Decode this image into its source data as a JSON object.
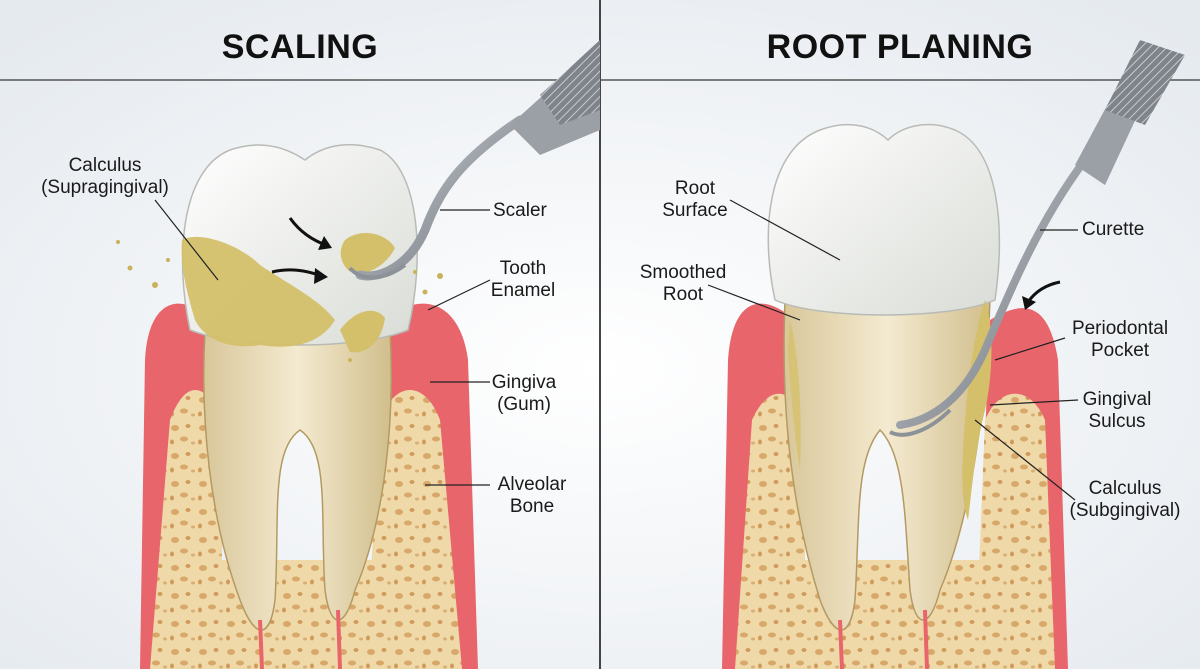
{
  "panels": {
    "left": {
      "title": "SCALING",
      "labels": {
        "calculus_supra": [
          "Calculus",
          "(Supragingival)"
        ],
        "scaler": "Scaler",
        "tooth_enamel": [
          "Tooth",
          "Enamel"
        ],
        "gingiva": [
          "Gingiva",
          "(Gum)"
        ],
        "alveolar_bone": [
          "Alveolar",
          "Bone"
        ]
      }
    },
    "right": {
      "title": "ROOT PLANING",
      "labels": {
        "root_surface": [
          "Root",
          "Surface"
        ],
        "smoothed_root": [
          "Smoothed",
          "Root"
        ],
        "curette": "Curette",
        "periodontal_pocket": [
          "Periodontal",
          "Pocket"
        ],
        "gingival_sulcus": [
          "Gingival",
          "Sulcus"
        ],
        "calculus_sub": [
          "Calculus",
          "(Subgingival)"
        ]
      }
    }
  },
  "colors": {
    "gum": "#e8666b",
    "bone": "#f0d9a8",
    "enamel": "#f7f7f2",
    "calculus": "#d4c06a",
    "instrument": "#a9adb3"
  }
}
